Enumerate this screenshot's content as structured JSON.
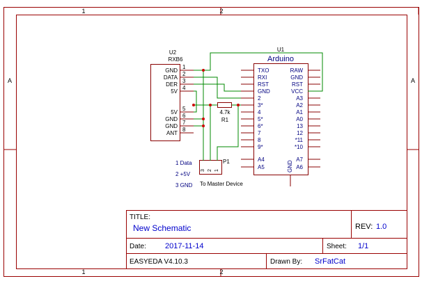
{
  "frame": {
    "col_top": [
      "1",
      "2"
    ],
    "col_bottom": [
      "1",
      "2"
    ],
    "row_left": "A",
    "row_right": "A"
  },
  "u2": {
    "ref": "U2",
    "value": "RXB6",
    "pins": [
      {
        "num": "1",
        "name": "GND"
      },
      {
        "num": "2",
        "name": "DATA"
      },
      {
        "num": "3",
        "name": "DER"
      },
      {
        "num": "4",
        "name": "5V"
      },
      {
        "num": "5",
        "name": "5V"
      },
      {
        "num": "6",
        "name": "GND"
      },
      {
        "num": "7",
        "name": "GND"
      },
      {
        "num": "8",
        "name": "ANT"
      }
    ]
  },
  "u1": {
    "ref": "U1",
    "value": "Arduino",
    "left_pins": [
      "TXO",
      "RXI",
      "RST",
      "GND",
      "2",
      "3*",
      "4",
      "5*",
      "6*",
      "7",
      "8",
      "9*"
    ],
    "left_pins_bottom": [
      "A4",
      "A5"
    ],
    "right_pins": [
      "RAW",
      "GND",
      "RST",
      "VCC",
      "A3",
      "A2",
      "A1",
      "A0",
      "13",
      "12",
      "*11",
      "*10"
    ],
    "right_pins_bottom": [
      "A7",
      "A6"
    ],
    "bottom_pin": "GND"
  },
  "r1": {
    "value": "4.7k",
    "ref": "R1"
  },
  "p1": {
    "ref": "P1",
    "pins": [
      "3",
      "2",
      "1"
    ],
    "legend": [
      "1 Data",
      "2 +5V",
      "3 GND"
    ],
    "label": "To Master Device"
  },
  "title_block": {
    "title_label": "TITLE:",
    "title": "New Schematic",
    "rev_label": "REV:",
    "rev": "1.0",
    "date_label": "Date:",
    "date": "2017-11-14",
    "sheet_label": "Sheet:",
    "sheet": "1/1",
    "software": "EASYEDA V4.10.3",
    "drawn_label": "Drawn By:",
    "drawn_by": "SrFatCat"
  },
  "colors": {
    "frame": "#990000",
    "wire": "#008800",
    "component": "#880000",
    "junction": "#cc0000",
    "pin_text": "#000080",
    "title_text": "#0000cc"
  }
}
